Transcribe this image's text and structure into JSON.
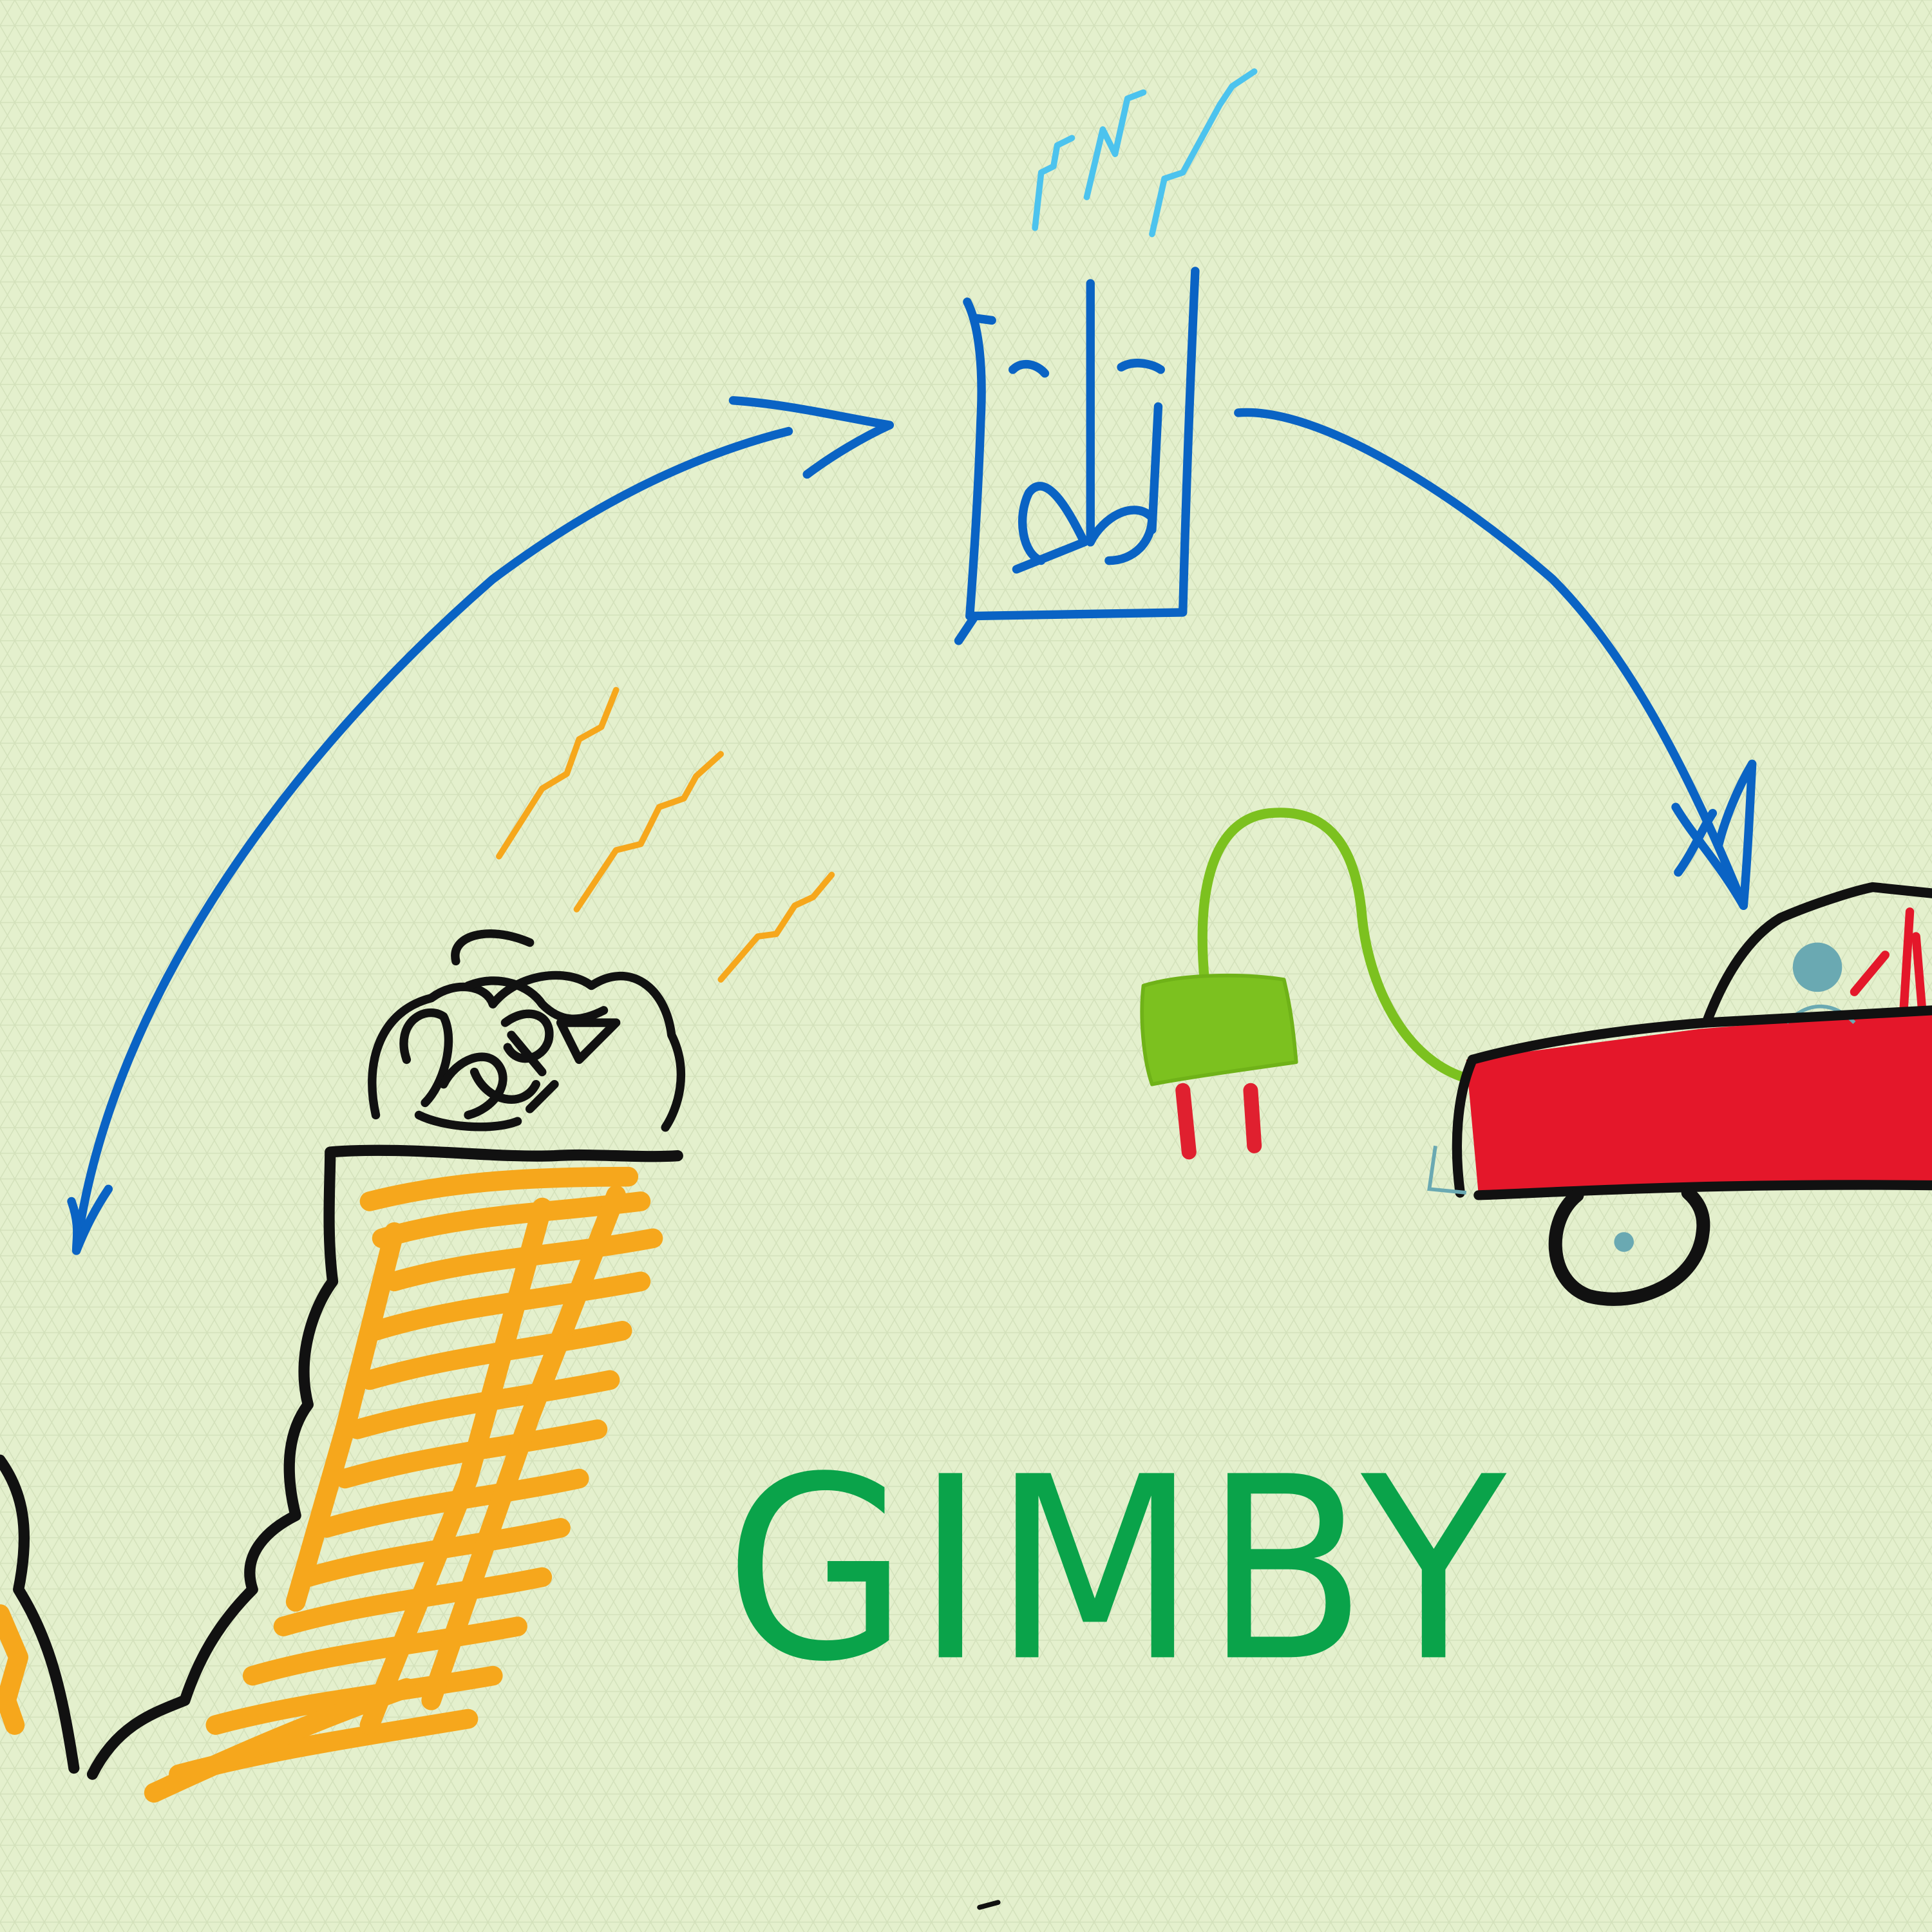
{
  "drawing": {
    "caption": "GIMBY",
    "colors": {
      "paper": "#e4f0cd",
      "grid": "#d3e1bb",
      "ink": "#111111",
      "arrow_blue": "#0a63c4",
      "steam_blue": "#4cc3ee",
      "sparks_orange": "#f6a71c",
      "plug_green": "#7cc11f",
      "prongs_red": "#e0202f",
      "car_red": "#e4172a",
      "driver_teal": "#6aa9b2",
      "caption_green": "#0aa34a"
    },
    "elements": [
      "burning-coal-mine",
      "blue-curved-arrow-left",
      "power-station-tank",
      "blue-curved-arrow-right",
      "electric-plug",
      "red-electric-car"
    ]
  }
}
